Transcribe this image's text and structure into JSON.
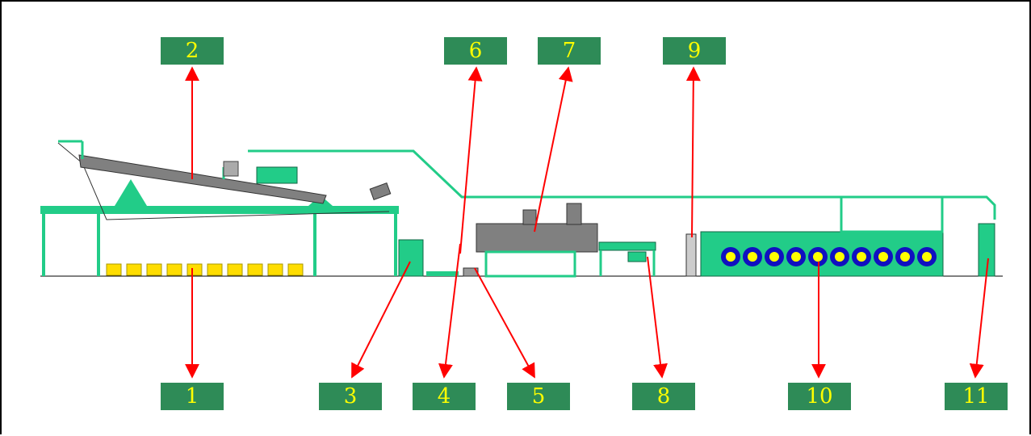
{
  "labels": [
    "1",
    "2",
    "3",
    "4",
    "5",
    "6",
    "7",
    "8",
    "9",
    "10",
    "11"
  ],
  "colors": {
    "label_bg": "#2e8b57",
    "label_text": "#ffff00",
    "machine": "#22cc88",
    "machine_dark": "#1a9a66",
    "oven": "#808080",
    "arrow": "#ff0000",
    "reel_blue": "#1010c0",
    "reel_yellow": "#ffff00"
  }
}
